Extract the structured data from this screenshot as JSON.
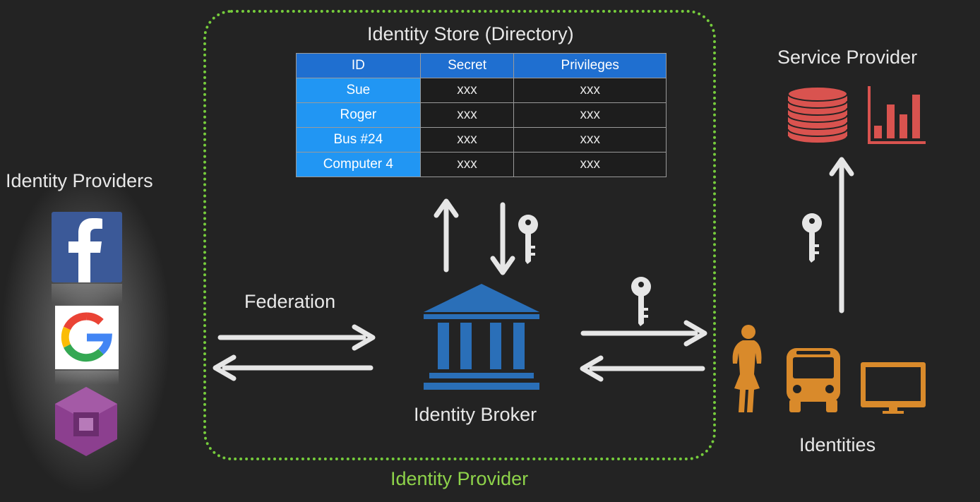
{
  "labels": {
    "store_title": "Identity Store (Directory)",
    "identity_providers": "Identity Providers",
    "federation": "Federation",
    "identity_broker": "Identity Broker",
    "identity_provider": "Identity Provider",
    "service_provider": "Service Provider",
    "identities": "Identities"
  },
  "table": {
    "headers": [
      "ID",
      "Secret",
      "Privileges"
    ],
    "rows": [
      {
        "id": "Sue",
        "secret": "xxx",
        "privileges": "xxx"
      },
      {
        "id": "Roger",
        "secret": "xxx",
        "privileges": "xxx"
      },
      {
        "id": "Bus #24",
        "secret": "xxx",
        "privileges": "xxx"
      },
      {
        "id": "Computer 4",
        "secret": "xxx",
        "privileges": "xxx"
      }
    ]
  },
  "provider_logos": [
    "facebook-logo",
    "google-logo",
    "aws-cognito-logo"
  ],
  "colors": {
    "background": "#232323",
    "boundary": "#76cc3c",
    "header": "#1f6fd0",
    "id_cell": "#2196f3",
    "broker": "#2a6fb8",
    "service": "#d9534f",
    "identity": "#d98a2b"
  }
}
